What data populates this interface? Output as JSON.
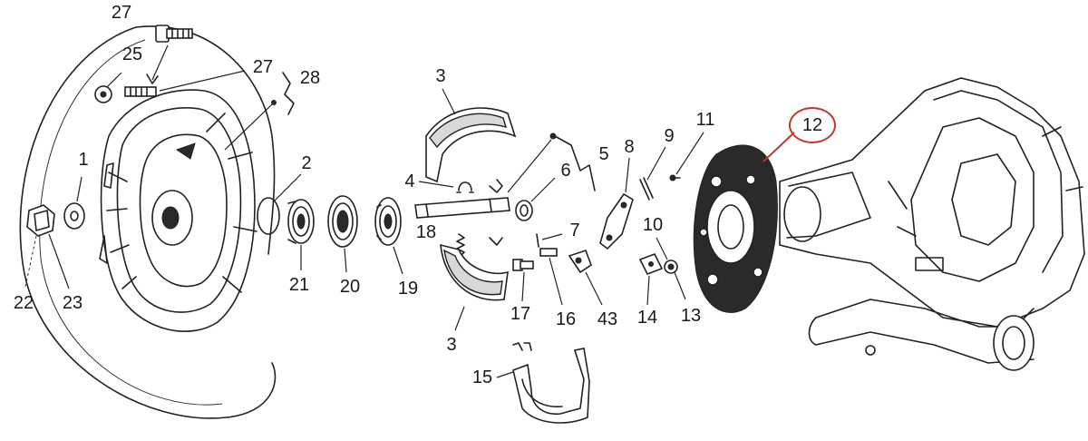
{
  "labels": {
    "l27a": "27",
    "l25": "25",
    "l27b": "27",
    "l28": "28",
    "l1": "1",
    "l2": "2",
    "l3a": "3",
    "l4": "4",
    "l5": "5",
    "l6": "6",
    "l7": "7",
    "l8": "8",
    "l9": "9",
    "l10": "10",
    "l11": "11",
    "l12": "12",
    "l13": "13",
    "l14": "14",
    "l15": "15",
    "l16": "16",
    "l17": "17",
    "l18": "18",
    "l19": "19",
    "l20": "20",
    "l21": "21",
    "l22": "22",
    "l23": "23",
    "l3b": "3",
    "l43": "43"
  },
  "colors": {
    "line": "#222222",
    "highlight": "#c0392b",
    "background": "#ffffff"
  }
}
